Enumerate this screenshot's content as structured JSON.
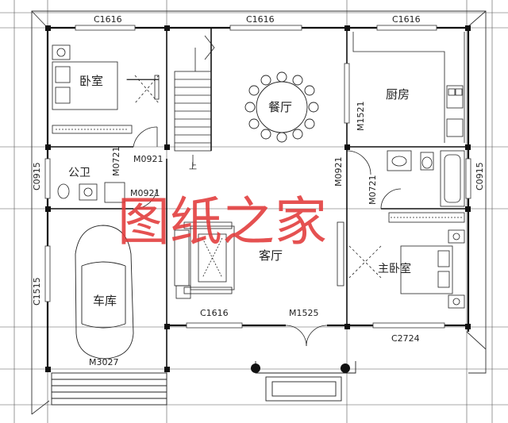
{
  "rooms": {
    "bedroom": "卧室",
    "master_bedroom": "主卧室",
    "dining": "餐厅",
    "kitchen": "厨房",
    "living": "客厅",
    "bathroom": "公卫",
    "garage": "车库"
  },
  "openings": {
    "top_left_window": "C1616",
    "top_mid_window": "C1616",
    "top_right_window": "C1616",
    "left_upper_window": "C0915",
    "right_upper_window": "C0915",
    "left_lower_window": "C1515",
    "kitchen_window": "M1521",
    "door_m0921_left": "M0921",
    "door_m0721_left": "M0721",
    "door_m0921_lower": "M0921",
    "door_m0921_right": "M0921",
    "door_m0721_right": "M0721",
    "living_window": "C1616",
    "main_door": "M1525",
    "master_window": "C2724",
    "garage_door": "M3027"
  },
  "stair_label": "上",
  "watermark": "图纸之家"
}
